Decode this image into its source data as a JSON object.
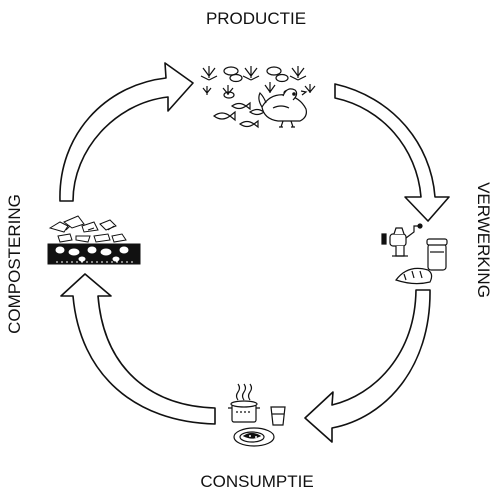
{
  "diagram": {
    "stages": [
      {
        "label": "PRODUCTIE",
        "icon": "crops-fish-chicken-icon"
      },
      {
        "label": "VERWERKING",
        "icon": "meat-grinder-bread-jar-icon"
      },
      {
        "label": "CONSUMPTIE",
        "icon": "cooking-pot-plate-glass-icon"
      },
      {
        "label": "COMPOSTERING",
        "icon": "compost-heap-icon"
      }
    ],
    "colors": {
      "stroke": "#111111",
      "fill": "#ffffff",
      "icon_dark": "#111111"
    }
  }
}
